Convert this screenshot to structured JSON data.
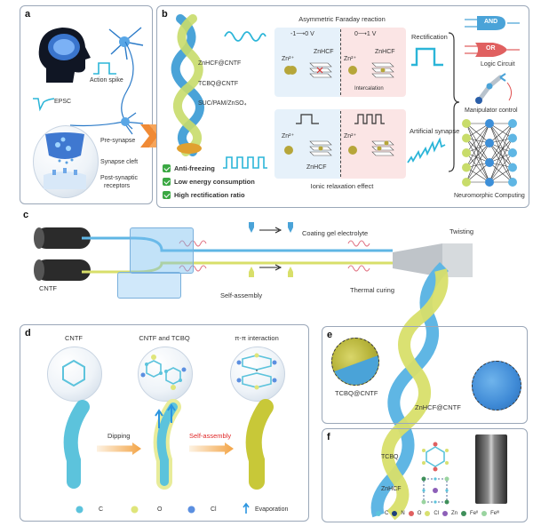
{
  "panel_a": {
    "label": "a",
    "action_spike": "Action spike",
    "epsc": "EPSC",
    "pre_synapse": "Pre-synapse",
    "synapse_cleft": "Synapse cleft",
    "post_synaptic_line1": "Post-synaptic",
    "post_synaptic_line2": "receptors"
  },
  "panel_b": {
    "label": "b",
    "title": "Asymmetric Faraday reaction",
    "fiber_labels": [
      "ZnHCF@CNTF",
      "TCBQ@CNTF",
      "SUC/PAM/ZnSO₄"
    ],
    "features": [
      "Anti-freezing",
      "Low energy consumption",
      "High rectification ratio"
    ],
    "voltage_left": "-1⟶0 V",
    "voltage_right": "0⟶1 V",
    "zn_ion": "Zn²⁺",
    "znhcf": "ZnHCF",
    "intercalation": "Intercalation",
    "rectification": "Rectification",
    "artificial_synapse": "Artificial synapse",
    "ionic_relaxation": "Ionic relaxation effect",
    "and_gate": "AND",
    "or_gate": "OR",
    "logic_circuit": "Logic Circuit",
    "manipulator_control": "Manipulator control",
    "neuromorphic": "Neuromorphic Computing"
  },
  "panel_c": {
    "label": "c",
    "coating": "Coating gel electrolyte",
    "twisting": "Twisting",
    "cntf": "CNTF",
    "self_assembly": "Self-assembly",
    "thermal_curing": "Thermal curing"
  },
  "panel_d": {
    "label": "d",
    "stage1": "CNTF",
    "stage2": "CNTF and TCBQ",
    "stage3": "π-π interaction",
    "dipping": "Dipping",
    "self_assembly": "Self-assembly",
    "legend": [
      {
        "symbol": "C",
        "color": "#5cc3dc"
      },
      {
        "symbol": "O",
        "color": "#dfe57a"
      },
      {
        "symbol": "Cl",
        "color": "#5b8fe0"
      }
    ],
    "evaporation": "Evaporation"
  },
  "panel_e": {
    "label": "e",
    "tcbq_cntf": "TCBQ@CNTF",
    "znhcf_cntf": "ZnHCF@CNTF"
  },
  "panel_f": {
    "label": "f",
    "tcbq": "TCBQ",
    "znhcf": "ZnHCF",
    "legend": [
      {
        "symbol": "C",
        "color": "#5cc3dc"
      },
      {
        "symbol": "N",
        "color": "#1e3f7a"
      },
      {
        "symbol": "O",
        "color": "#e06060"
      },
      {
        "symbol": "Cl",
        "color": "#d8e070"
      },
      {
        "symbol": "Zn",
        "color": "#8d5fb8"
      },
      {
        "symbol": "Feᴵᴵ",
        "color": "#3f8f5a"
      },
      {
        "symbol": "Feᴵᴵᴵ",
        "color": "#9ad4a0"
      }
    ]
  }
}
